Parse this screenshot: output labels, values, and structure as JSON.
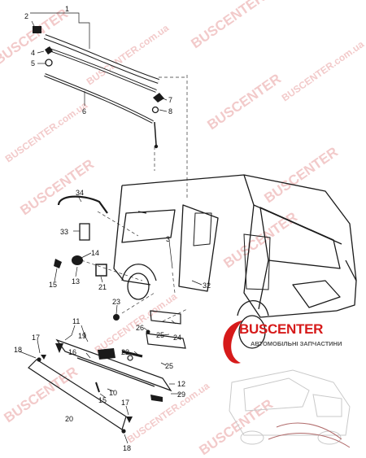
{
  "callouts": {
    "c1": "1",
    "c2": "2",
    "c3": "3",
    "c4": "4",
    "c5": "5",
    "c6": "6",
    "c7": "7",
    "c8": "8",
    "c10": "10",
    "c11": "11",
    "c12": "12",
    "c13": "13",
    "c14": "14",
    "c15a": "15",
    "c15b": "15",
    "c16": "16",
    "c17a": "17",
    "c17b": "17",
    "c18a": "18",
    "c18b": "18",
    "c19": "19",
    "c20": "20",
    "c21": "21",
    "c22": "22",
    "c23": "23",
    "c24": "24",
    "c25a": "25",
    "c25b": "25",
    "c26": "26",
    "c29": "29",
    "c32": "32",
    "c33": "33",
    "c34": "34"
  },
  "watermark": {
    "brand": "BUSCENTER",
    "domain": "BUSCENTER.com.ua"
  },
  "logo": {
    "name": "BUSCENTER",
    "tagline": "АВТОМОБІЛЬНІ ЗАПЧАСТИНИ"
  },
  "colors": {
    "ink": "#1a1a1a",
    "watermark": "#e9a0a0",
    "brand_red": "#d61a1a"
  }
}
